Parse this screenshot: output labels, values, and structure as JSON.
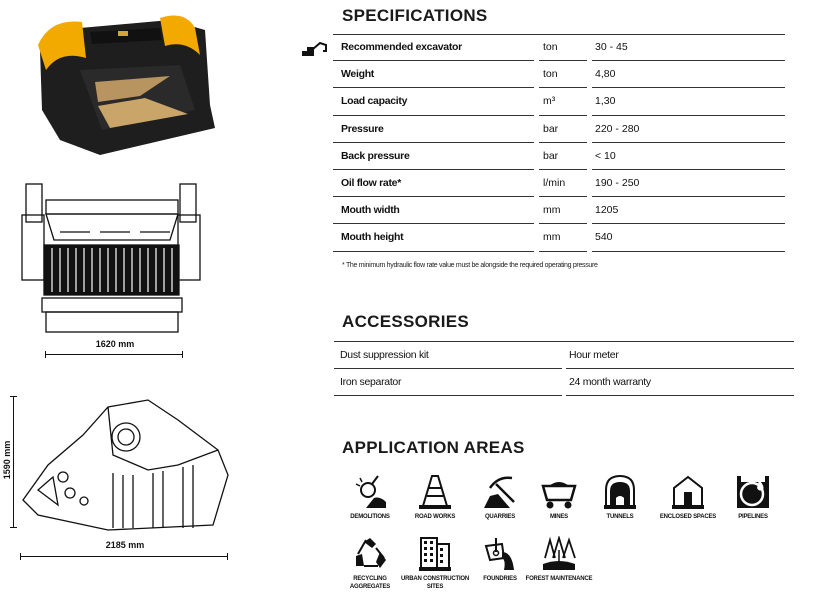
{
  "left": {
    "front_width_label": "1620 mm",
    "side_width_label": "2185 mm",
    "side_height_label": "1590 mm"
  },
  "specifications": {
    "title": "SPECIFICATIONS",
    "rows": [
      {
        "label": "Recommended excavator",
        "unit": "ton",
        "value": "30 - 45"
      },
      {
        "label": "Weight",
        "unit": "ton",
        "value": "4,80"
      },
      {
        "label": "Load capacity",
        "unit": "m³",
        "value": "1,30"
      },
      {
        "label": "Pressure",
        "unit": "bar",
        "value": "220 - 280"
      },
      {
        "label": "Back pressure",
        "unit": "bar",
        "value": "< 10"
      },
      {
        "label": "Oil flow rate*",
        "unit": "l/min",
        "value": "190 - 250"
      },
      {
        "label": "Mouth width",
        "unit": "mm",
        "value": "1205"
      },
      {
        "label": "Mouth height",
        "unit": "mm",
        "value": "540"
      }
    ],
    "footnote": "* The minimum hydraulic flow rate value must be alongside the required operating pressure"
  },
  "accessories": {
    "title": "ACCESSORIES",
    "rows": [
      [
        "Dust suppression kit",
        "Hour meter"
      ],
      [
        "Iron separator",
        "24 month warranty"
      ]
    ]
  },
  "applications": {
    "title": "APPLICATION AREAS",
    "items": [
      {
        "label": "DEMOLITIONS",
        "icon": "wrecking-ball-icon"
      },
      {
        "label": "ROAD WORKS",
        "icon": "traffic-cone-icon"
      },
      {
        "label": "QUARRIES",
        "icon": "pickaxe-icon"
      },
      {
        "label": "MINES",
        "icon": "mine-cart-icon"
      },
      {
        "label": "TUNNELS",
        "icon": "tunnel-icon"
      },
      {
        "label": "ENCLOSED SPACES",
        "icon": "building-enclosure-icon"
      },
      {
        "label": "PIPELINES",
        "icon": "pipe-icon"
      },
      {
        "label": "RECYCLING AGGREGATES",
        "icon": "recycle-icon"
      },
      {
        "label": "URBAN CONSTRUCTION SITES",
        "icon": "city-building-icon"
      },
      {
        "label": "FOUNDRIES",
        "icon": "ladle-icon"
      },
      {
        "label": "FOREST MAINTENANCE",
        "icon": "trees-icon"
      }
    ]
  },
  "colors": {
    "accent_yellow": "#f2a900",
    "text": "#111111"
  }
}
